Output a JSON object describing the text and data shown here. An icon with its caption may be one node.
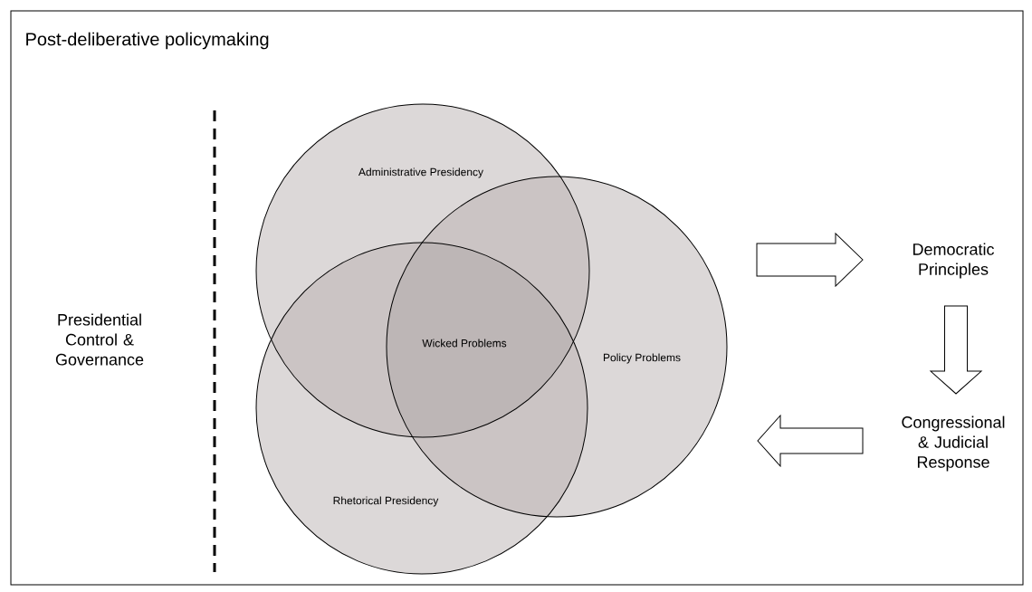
{
  "diagram": {
    "title": "Post-deliberative policymaking",
    "nodes": [
      {
        "text": [
          "Presidential Control & Governance"
        ]
      },
      {
        "text": [
          "Administrative Presidency"
        ]
      },
      {
        "text": [
          "Policy Problems"
        ]
      },
      {
        "text": [
          "Rhetorical Presidency"
        ]
      },
      {
        "text": [
          "Democratic Principles"
        ]
      },
      {
        "text": [
          "Congressional & Judicial Response"
        ]
      }
    ],
    "edges": [
      {
        "from": 2,
        "to": 4,
        "arrow": "to"
      },
      {
        "from": 4,
        "to": 5,
        "arrow": "to"
      },
      {
        "from": 5,
        "to": 2,
        "arrow": "to"
      }
    ],
    "labels": [
      "Wicked Problems"
    ]
  }
}
